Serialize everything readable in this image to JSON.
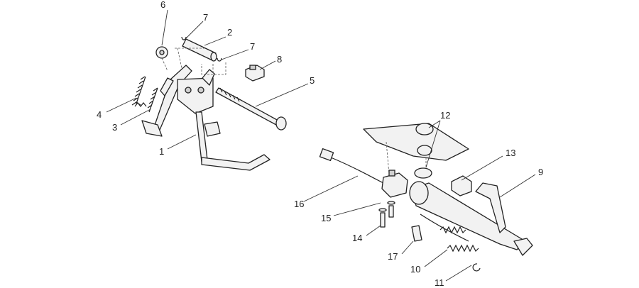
{
  "callouts": {
    "c1": "1",
    "c2": "2",
    "c3": "3",
    "c4": "4",
    "c5": "5",
    "c6": "6",
    "c7a": "7",
    "c7b": "7",
    "c8": "8",
    "c9": "9",
    "c10": "10",
    "c11": "11",
    "c12": "12",
    "c13": "13",
    "c14": "14",
    "c15": "15",
    "c16": "16",
    "c17": "17"
  },
  "colors": {
    "line": "#222222",
    "fill": "#f2f2f2",
    "background": "#ffffff"
  }
}
